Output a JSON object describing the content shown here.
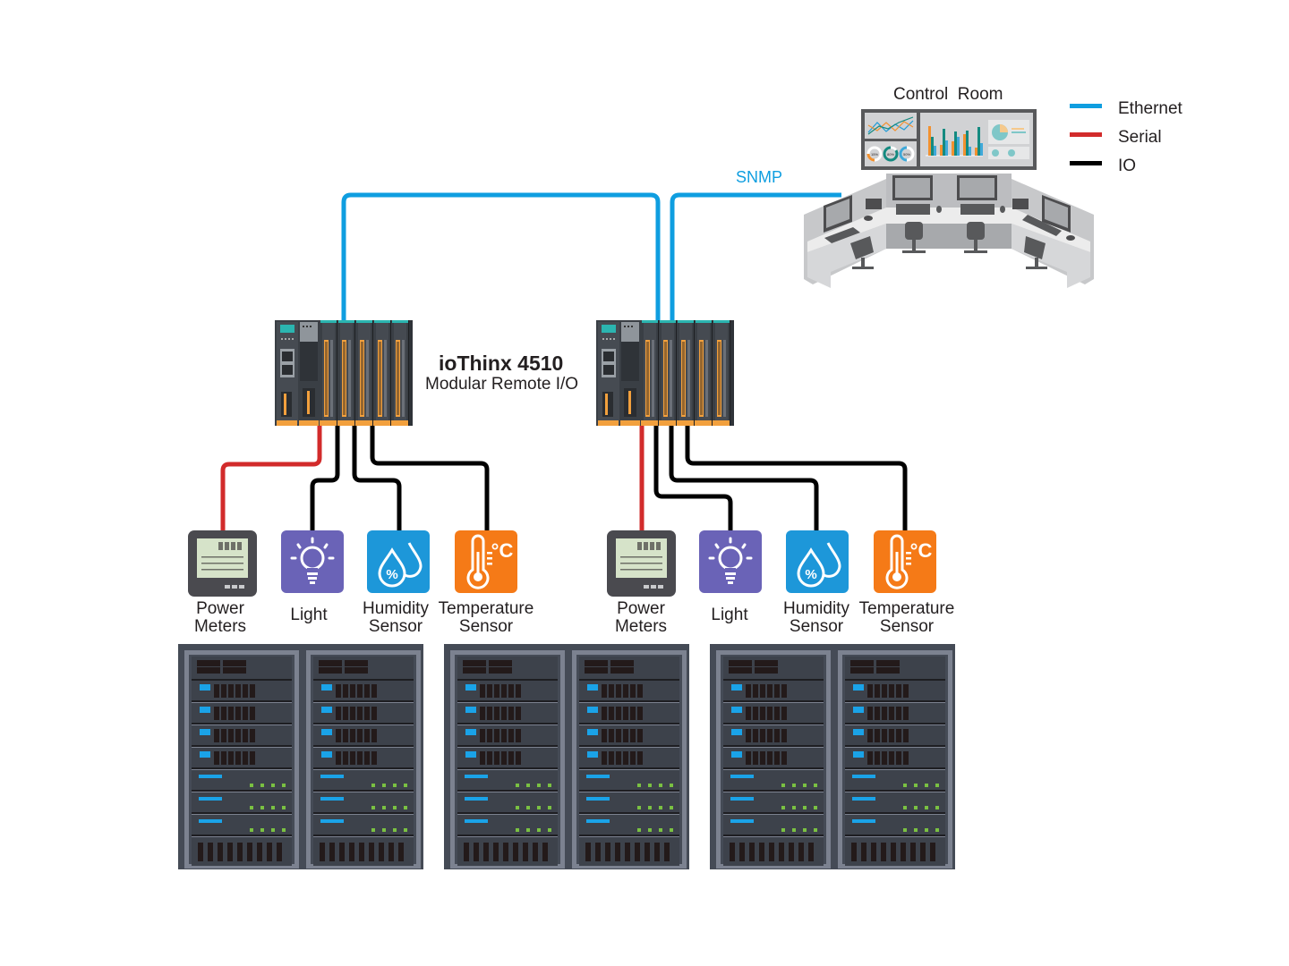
{
  "control_room": {
    "title": "Control  Room",
    "dashboard": {
      "gauges": [
        "15%",
        "80%",
        "50%"
      ]
    }
  },
  "legend": {
    "items": [
      {
        "label": "Ethernet",
        "color": "#0f9ee0"
      },
      {
        "label": "Serial",
        "color": "#d22b2b"
      },
      {
        "label": "IO",
        "color": "#000000"
      }
    ]
  },
  "protocol_label": "SNMP",
  "product": {
    "name": "ioThinx 4510",
    "subtitle": "Modular Remote I/O"
  },
  "groups": [
    {
      "devices": [
        {
          "type": "power-meter",
          "label_line1": "Power",
          "label_line2": "Meters",
          "link": "Serial"
        },
        {
          "type": "light",
          "label_line1": "Light",
          "label_line2": "",
          "link": "IO"
        },
        {
          "type": "humidity",
          "label_line1": "Humidity",
          "label_line2": "Sensor",
          "link": "IO"
        },
        {
          "type": "temperature",
          "label_line1": "Temperature",
          "label_line2": "Sensor",
          "link": "IO"
        }
      ]
    },
    {
      "devices": [
        {
          "type": "power-meter",
          "label_line1": "Power",
          "label_line2": "Meters",
          "link": "Serial"
        },
        {
          "type": "light",
          "label_line1": "Light",
          "label_line2": "",
          "link": "IO"
        },
        {
          "type": "humidity",
          "label_line1": "Humidity",
          "label_line2": "Sensor",
          "link": "IO"
        },
        {
          "type": "temperature",
          "label_line1": "Temperature",
          "label_line2": "Sensor",
          "link": "IO"
        }
      ]
    }
  ],
  "icon_glyphs": {
    "humidity_symbol": "%",
    "temperature_unit": "°C"
  },
  "colors": {
    "ethernet": "#0f9ee0",
    "serial": "#d22b2b",
    "io": "#000000",
    "power_meter_bg": "#4a4a4f",
    "light_bg": "#6a63b7",
    "humidity_bg": "#1d97d9",
    "temperature_bg": "#f57a17",
    "rack_frame": "#454b56",
    "rack_border": "#7c8290",
    "rack_led_blue": "#1aa3e8",
    "rack_led_green": "#7ac142"
  },
  "server_racks": {
    "cabinets": 3,
    "racks_per_cabinet": 2
  }
}
